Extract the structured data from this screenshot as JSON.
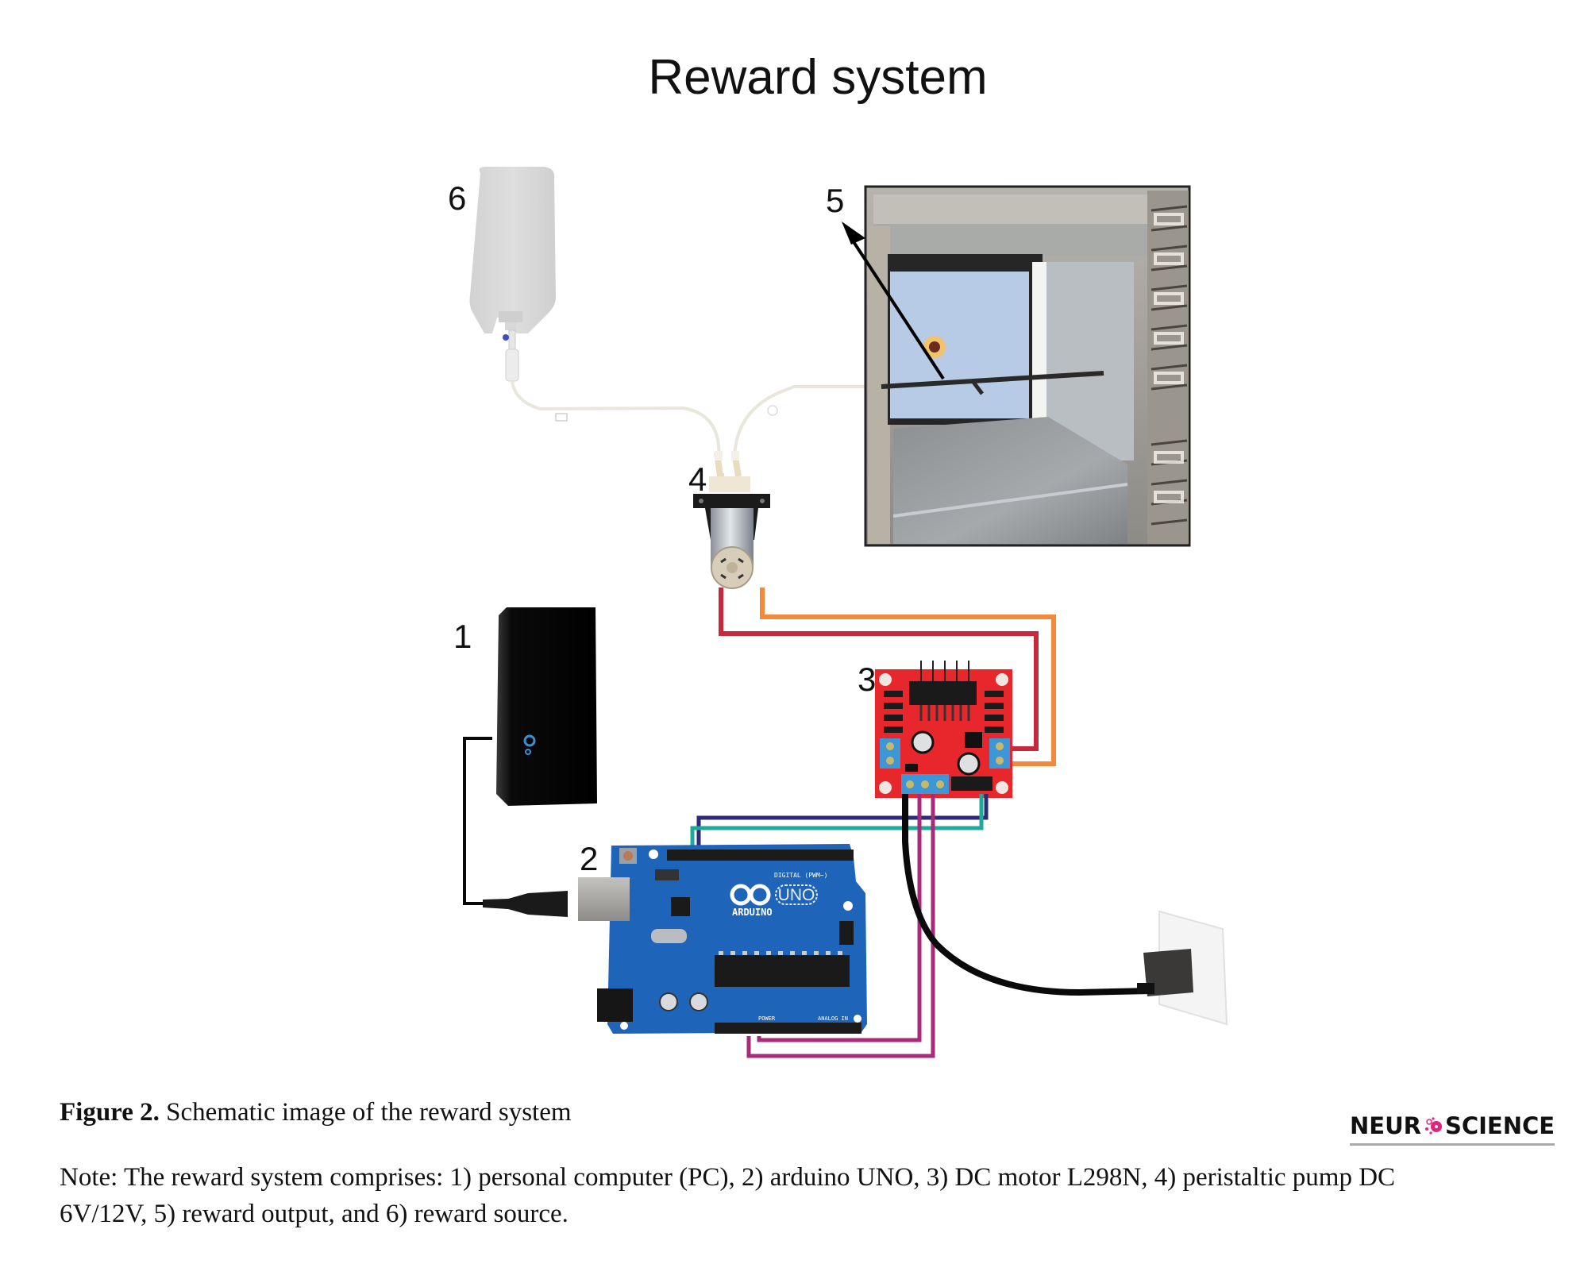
{
  "figure": {
    "title": "Reward system",
    "components": [
      {
        "number": "1",
        "name": "personal computer (PC)"
      },
      {
        "number": "2",
        "name": "arduino UNO"
      },
      {
        "number": "3",
        "name": "DC motor L298N"
      },
      {
        "number": "4",
        "name": "peristaltic pump DC 6V/12V"
      },
      {
        "number": "5",
        "name": "reward output"
      },
      {
        "number": "6",
        "name": "reward source"
      }
    ],
    "labels": {
      "pc": "1",
      "arduino": "2",
      "driver": "3",
      "pump": "4",
      "output": "5",
      "source": "6"
    },
    "board_text": {
      "arduino_brand": "ARDUINO",
      "arduino_model": "UNO",
      "digital_header": "DIGITAL (PWM~)",
      "power_header": "POWER",
      "analog_header": "ANALOG IN"
    },
    "wire_colors": {
      "pump_red": "#c8283e",
      "pump_orange": "#f28a3c",
      "signal_navy": "#2e2a78",
      "signal_teal": "#1fa89c",
      "power_magenta": "#a82a7a",
      "usb_black": "#111111"
    }
  },
  "caption": {
    "label": "Figure 2.",
    "text": " Schematic image of the reward system"
  },
  "note": {
    "line1": "Note: The reward system comprises: 1) personal computer (PC), 2) arduino UNO, 3) DC motor L298N, 4) peristaltic pump DC",
    "line2": "6V/12V, 5) reward output, and 6) reward source."
  },
  "logo": {
    "left": "NEUR",
    "right": "SCIENCE",
    "accent": "#e0267a"
  }
}
